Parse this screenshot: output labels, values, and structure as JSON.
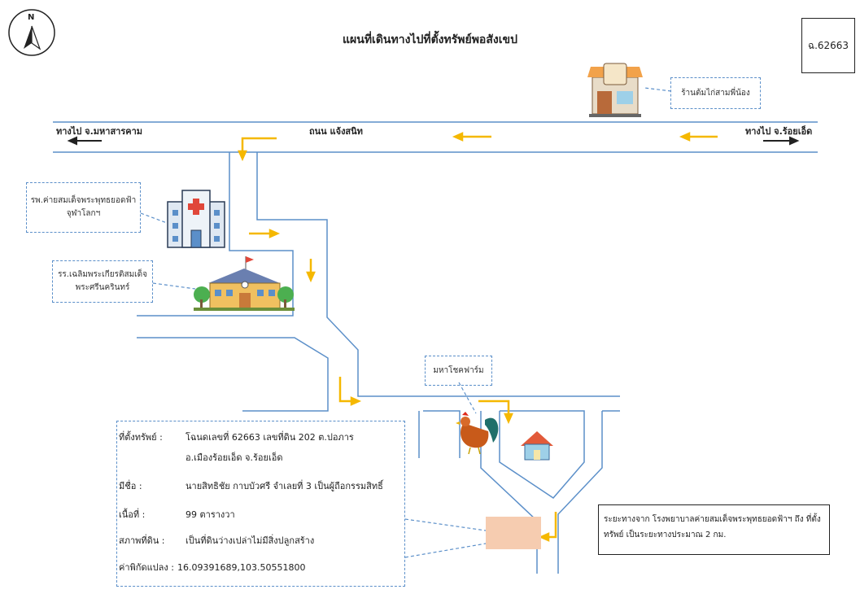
{
  "map": {
    "title": "แผนที่เดินทางไปที่ตั้งทรัพย์พอสังเขป",
    "code": "ฉ.62663",
    "compass_letter": "N",
    "road": {
      "name": "ถนน แจ้งสนิท",
      "left_direction": "ทางไป จ.มหาสารคาม",
      "right_direction": "ทางไป จ.ร้อยเอ็ด"
    },
    "landmarks": {
      "shop": "ร้านต้มไก่สามพี่น้อง",
      "hospital": [
        "รพ.ค่ายสมเด็จพระพุทธยอดฟ้า",
        "จุฬาโลกฯ"
      ],
      "school": [
        "รร.เฉลิมพระเกียรติสมเด็จ",
        "พระศรีนครินทร์"
      ],
      "farm": "มหาโชคฟาร์ม"
    },
    "info": {
      "location_label": "ที่ตั้งทรัพย์ :",
      "location_value_1": "โฉนดเลขที่ 62663 เลขที่ดิน 202 ต.ปอภาร",
      "location_value_2": "อ.เมืองร้อยเอ็ด จ.ร้อยเอ็ด",
      "owner_label": "มีชื่อ :",
      "owner_value": "นายสิทธิชัย กาบบัวศรี จำเลยที่ 3 เป็นผู้ถือกรรมสิทธิ์",
      "area_label": "เนื้อที่ :",
      "area_value": "99 ตารางวา",
      "condition_label": "สภาพที่ดิน :",
      "condition_value": "เป็นที่ดินว่างเปล่าไม่มีสิ่งปลูกสร้าง",
      "coords_label": "ค่าพิกัดแปลง :",
      "coords_value": "16.09391689,103.50551800"
    },
    "distance_note": [
      "ระยะทางจาก โรงพยาบาลค่ายสมเด็จพระพุทธยอดฟ้าฯ ถึง ที่ตั้ง",
      "ทรัพย์ เป็นระยะทางประมาณ 2 กม."
    ],
    "colors": {
      "road": "#5b8fc9",
      "arrow": "#f5b800",
      "parcel": "#f6ccb0",
      "hospital_icon": "#5b8fc9",
      "school_icon": "#f0c060"
    }
  }
}
